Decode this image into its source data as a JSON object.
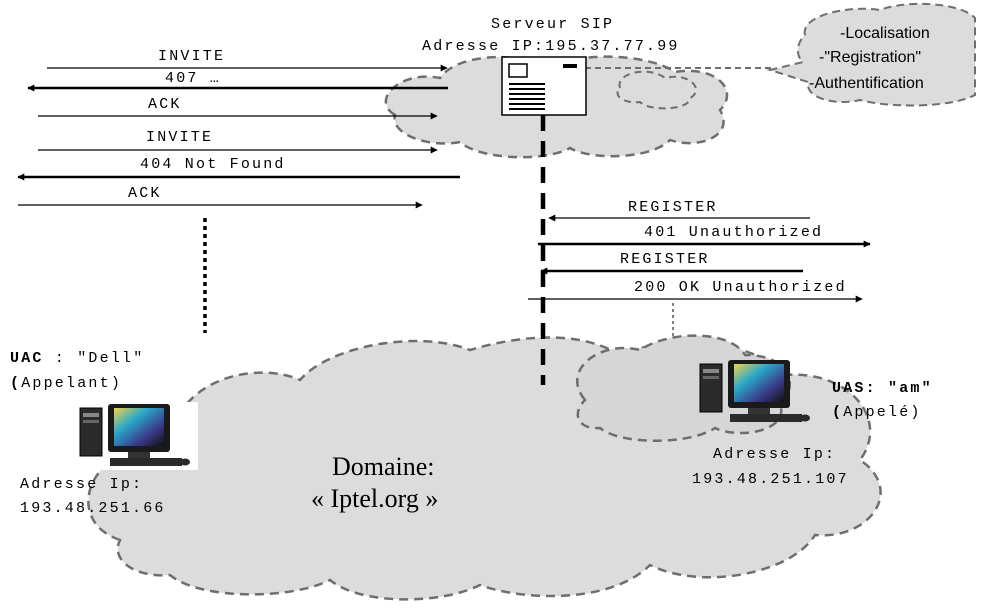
{
  "server": {
    "title": "Serveur SIP",
    "ip": "Adresse IP:195.37.77.99"
  },
  "server_bubble": {
    "lines": [
      "-Localisation",
      "-\"Registration\"",
      "-Authentification"
    ]
  },
  "left_messages": [
    {
      "label": "INVITE"
    },
    {
      "label": "407 …"
    },
    {
      "label": "ACK"
    },
    {
      "label": "INVITE"
    },
    {
      "label": "404 Not Found"
    },
    {
      "label": "ACK"
    }
  ],
  "right_messages": [
    {
      "label": "REGISTER"
    },
    {
      "label": "401 Unauthorized"
    },
    {
      "label": "REGISTER"
    },
    {
      "label": "200 OK Unauthorized"
    }
  ],
  "uac": {
    "name_bold": "UAC",
    "name_rest": " : \"Dell\"",
    "paren_open": "(",
    "role": "Appelant)",
    "ip_label": "Adresse Ip:",
    "ip": "193.48.251.66"
  },
  "uas": {
    "name_bold": "UAS: \"am\"",
    "paren_open": "(",
    "role": "Appelé)",
    "ip_label": "Adresse Ip:",
    "ip": "193.48.251.107"
  },
  "domain": {
    "line1": "Domaine:",
    "line2": "« Iptel.org »"
  }
}
